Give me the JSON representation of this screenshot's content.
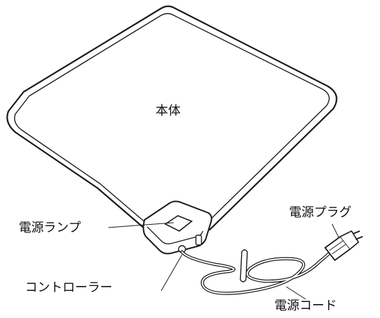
{
  "labels": {
    "body": "本体",
    "power_lamp": "電源ランプ",
    "power_plug": "電源プラグ",
    "controller": "コントローラー",
    "power_cord": "電源コード"
  }
}
